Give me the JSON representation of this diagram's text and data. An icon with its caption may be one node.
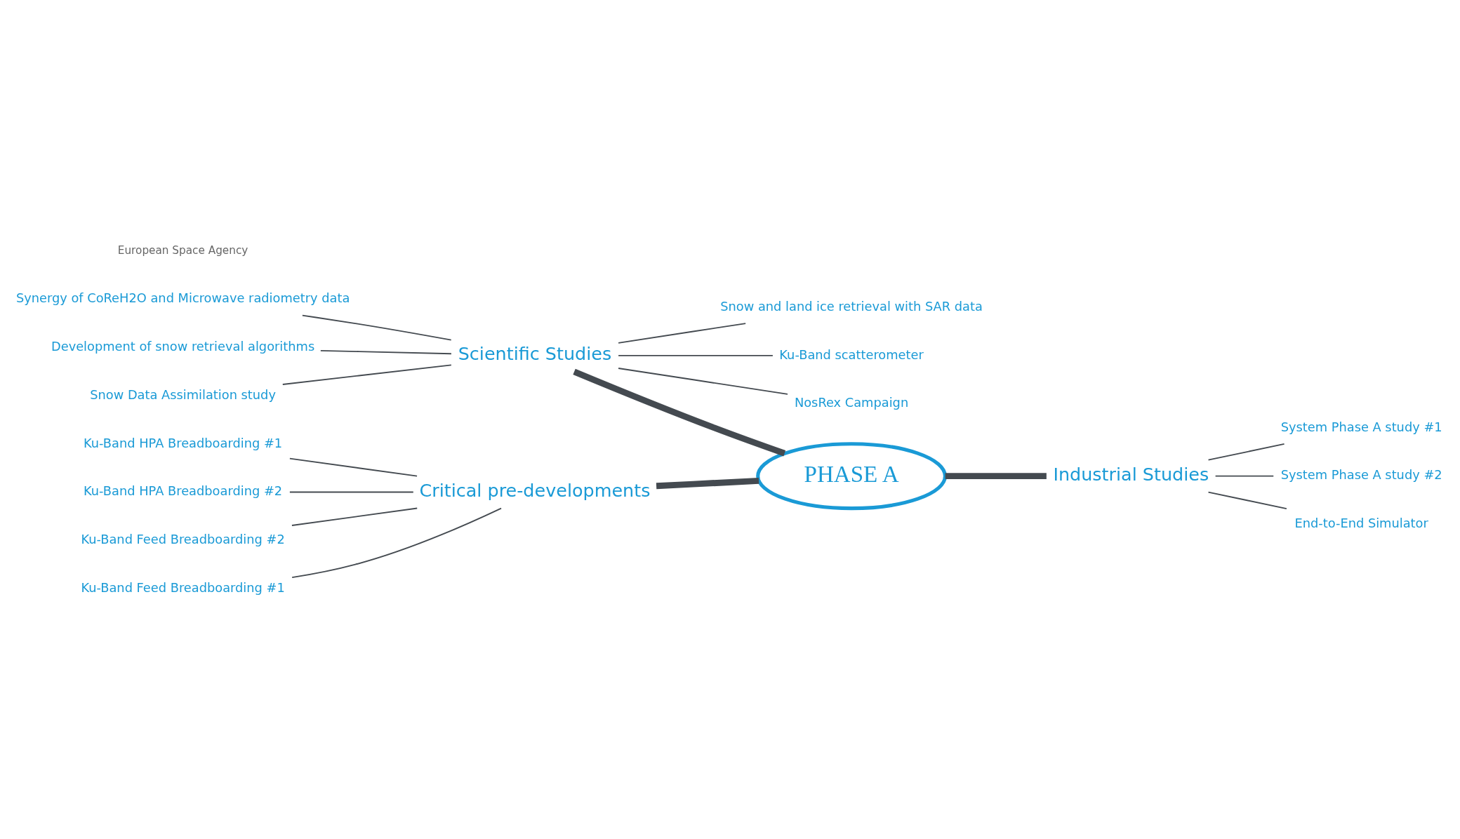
{
  "diagram": {
    "nodes": [
      {
        "text": [
          "Synergy of CoReH2O and Microwave radiometry data"
        ]
      },
      {
        "text": [
          "Snow and land ice retrieval with SAR data"
        ]
      },
      {
        "text": [
          "Development of snow retrieval algorithms"
        ]
      },
      {
        "text": [
          "Ku-Band scatterometer"
        ]
      },
      {
        "text": [
          "Snow Data Assimilation study"
        ]
      },
      {
        "text": [
          "NosRex Campaign"
        ]
      },
      {
        "text": [
          "Scientific Studies"
        ]
      },
      {
        "text": [
          "PHASE A"
        ]
      },
      {
        "text": [
          "System Phase A study #1"
        ]
      },
      {
        "text": [
          "Industrial Studies"
        ]
      },
      {
        "text": [
          "System Phase A study #2"
        ]
      },
      {
        "text": [
          "End-to-End Simulator"
        ]
      },
      {
        "text": [
          "Ku-Band HPA Breadboarding #1"
        ]
      },
      {
        "text": [
          "Ku-Band HPA Breadboarding #2"
        ]
      },
      {
        "text": [
          "Critical pre-developments"
        ]
      },
      {
        "text": [
          "Ku-Band Feed Breadboarding #2"
        ]
      },
      {
        "text": [
          "Ku-Band Feed Breadboarding #1"
        ]
      }
    ],
    "edges": [
      {
        "from": 7,
        "to": 6,
        "arrow": "none",
        "style": "thick"
      },
      {
        "from": 6,
        "to": 0,
        "arrow": "none"
      },
      {
        "from": 6,
        "to": 2,
        "arrow": "none"
      },
      {
        "from": 6,
        "to": 4,
        "arrow": "none"
      },
      {
        "from": 6,
        "to": 1,
        "arrow": "none"
      },
      {
        "from": 6,
        "to": 3,
        "arrow": "none"
      },
      {
        "from": 6,
        "to": 5,
        "arrow": "none"
      },
      {
        "from": 7,
        "to": 9,
        "arrow": "none",
        "style": "thick"
      },
      {
        "from": 9,
        "to": 8,
        "arrow": "none"
      },
      {
        "from": 9,
        "to": 10,
        "arrow": "none"
      },
      {
        "from": 9,
        "to": 11,
        "arrow": "none"
      },
      {
        "from": 7,
        "to": 14,
        "arrow": "none",
        "style": "thick"
      },
      {
        "from": 14,
        "to": 12,
        "arrow": "none"
      },
      {
        "from": 14,
        "to": 13,
        "arrow": "none"
      },
      {
        "from": 14,
        "to": 15,
        "arrow": "none"
      },
      {
        "from": 14,
        "to": 16,
        "arrow": "none"
      }
    ],
    "labels": [
      "European Space Agency"
    ]
  }
}
